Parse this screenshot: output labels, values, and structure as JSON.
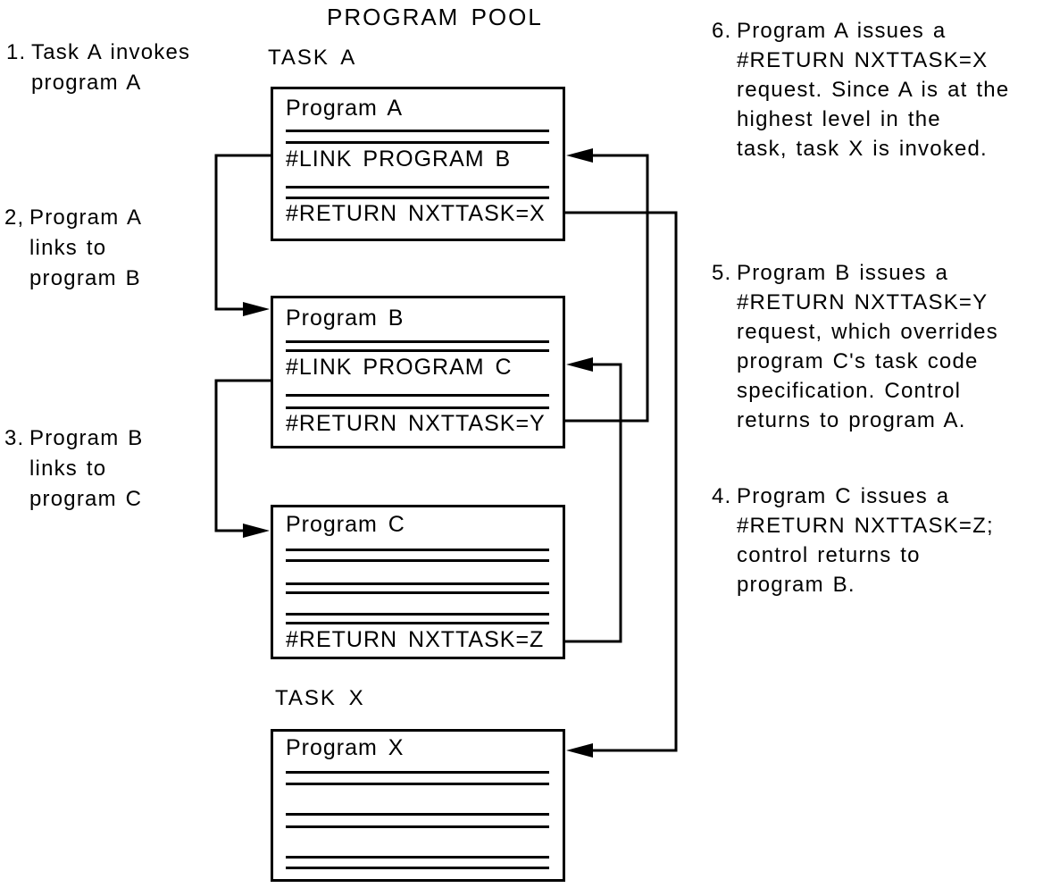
{
  "title": "PROGRAM POOL",
  "colors": {
    "ink": "#000000",
    "background": "#ffffff"
  },
  "pool": {
    "task_a_label": "TASK A",
    "task_x_label": "TASK X",
    "boxes": {
      "a": {
        "title": "Program A",
        "link": "#LINK PROGRAM B",
        "return": "#RETURN NXTTASK=X"
      },
      "b": {
        "title": "Program B",
        "link": "#LINK PROGRAM C",
        "return": "#RETURN NXTTASK=Y"
      },
      "c": {
        "title": "Program C",
        "return": "#RETURN NXTTASK=Z"
      },
      "x": {
        "title": "Program X"
      }
    }
  },
  "left_notes": [
    {
      "number": "1.",
      "lines": [
        "Task A invokes",
        "program A"
      ]
    },
    {
      "number": "2,",
      "lines": [
        "Program A",
        "links to",
        "program B"
      ]
    },
    {
      "number": "3.",
      "lines": [
        "Program B",
        "links to",
        "program C"
      ]
    }
  ],
  "right_notes": [
    {
      "number": "6.",
      "lines": [
        "Program A issues a",
        "#RETURN NXTTASK=X",
        "request. Since A is at the",
        "highest level in the",
        "task, task X is invoked."
      ]
    },
    {
      "number": "5.",
      "lines": [
        "Program B issues a",
        "#RETURN NXTTASK=Y",
        "request, which overrides",
        "program C's task code",
        "specification. Control",
        "returns to program A."
      ]
    },
    {
      "number": "4.",
      "lines": [
        "Program C issues a",
        "#RETURN NXTTASK=Z;",
        "control returns to",
        "program B."
      ]
    }
  ]
}
